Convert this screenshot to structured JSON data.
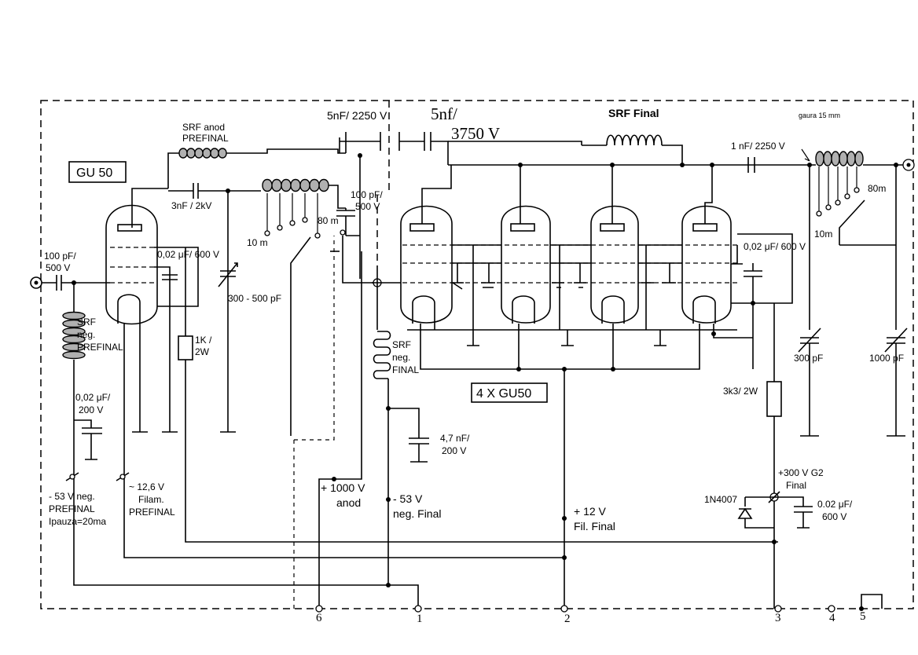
{
  "title_box": {
    "tube_single": "GU 50",
    "tube_final": "4 X GU50"
  },
  "labels": {
    "srf_anod_prefinal": [
      "SRF anod",
      "PREFINAL"
    ],
    "srf_final": "SRF Final",
    "cap_5nf_2250": "5nF/ 2250 V",
    "cap_5nf_3750_a": "5nf/",
    "cap_5nf_3750_b": "3750 V",
    "cap_3nf_2kv": "3nF / 2kV",
    "cap_100pf_500v_in": [
      "100 pF/",
      "500 V"
    ],
    "cap_002_600_prefinal": "0,02 μF/ 600 V",
    "srf_neg_prefinal": [
      "SRF",
      "neg.",
      "PREFINAL"
    ],
    "res_1k_2w": [
      "1K /",
      "2W"
    ],
    "var_300_500": "300 - 500 pF",
    "band_10m_pre": "10 m",
    "band_80m_pre": "80 m",
    "cap_100pf_500v_mid": [
      "100 pF/",
      "500 V"
    ],
    "srf_neg_final": [
      "SRF",
      "neg.",
      "FINAL"
    ],
    "cap_4_7nf": [
      "4,7 nF/",
      "200 V"
    ],
    "cap_002_200": [
      "0,02 μF/",
      "200 V"
    ],
    "neg53_prefinal": [
      "- 53 V neg.",
      "PREFINAL",
      "Ipauza=20ma"
    ],
    "fil_12_6": [
      "~ 12,6 V",
      "Filam.",
      "PREFINAL"
    ],
    "anod_1000": [
      "+ 1000 V",
      "anod"
    ],
    "neg53_final": [
      "- 53 V",
      "neg. Final"
    ],
    "fil_12_final": [
      "+ 12 V",
      "Fil. Final"
    ],
    "cap_1nf_2250": "1 nF/ 2250 V",
    "gaura": "gaura 15 mm",
    "band_80m_out": "80m",
    "band_10m_out": "10m",
    "cap_002_600_final": "0,02 μF/ 600 V",
    "var_300pf": "300 pF",
    "var_1000pf": "1000 pF",
    "res_3k3": "3k3/ 2W",
    "g2_300": [
      "+300 V G2",
      "Final"
    ],
    "diode": "1N4007",
    "cap_002_600_g2": [
      "0.02 μF/",
      "600 V"
    ]
  },
  "pins": [
    "6",
    "1",
    "2",
    "3",
    "4",
    "5"
  ]
}
